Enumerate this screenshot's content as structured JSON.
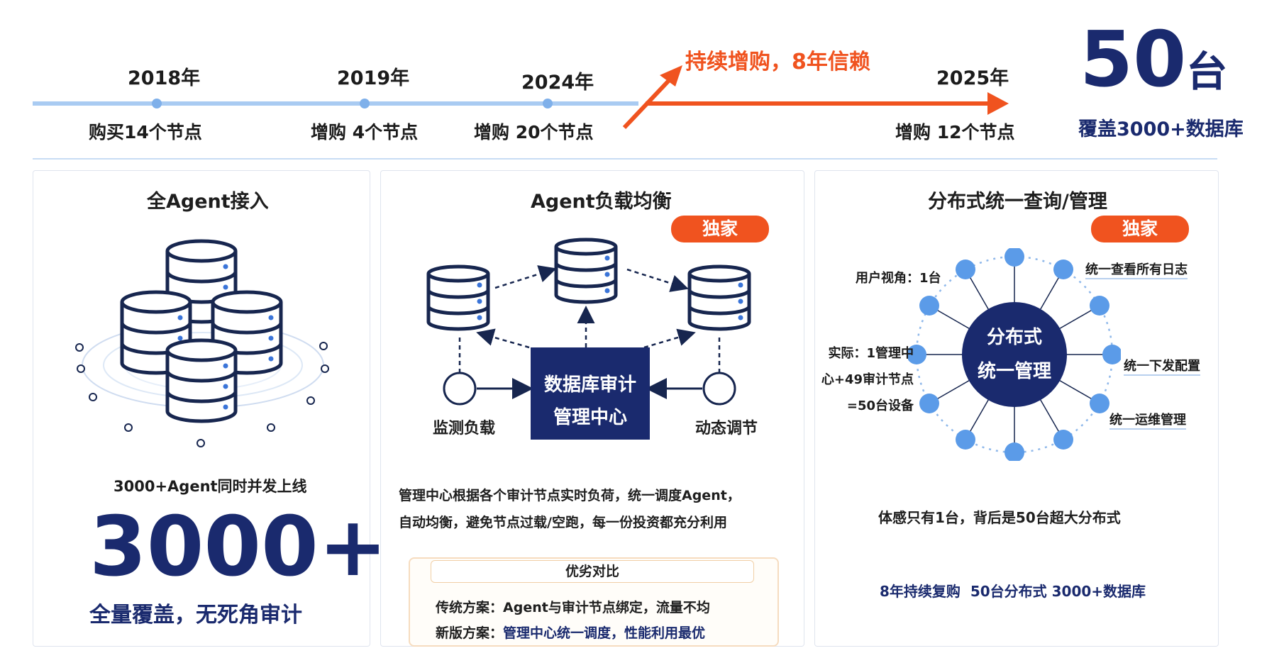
{
  "timeline": {
    "milestones": [
      {
        "year": "2018年",
        "label": "购买14个节点"
      },
      {
        "year": "2019年",
        "label": "增购 4个节点"
      },
      {
        "year": "2024年",
        "label": "增购 20个节点"
      },
      {
        "year": "2025年",
        "label": "增购 12个节点"
      }
    ],
    "highlight": "持续增购，8年信赖"
  },
  "summary": {
    "count": "50",
    "unit": "台",
    "subtitle": "覆盖3000+数据库"
  },
  "panel1": {
    "title": "全Agent接入",
    "caption": "3000+Agent同时并发上线",
    "big_number": "3000+",
    "tagline": "全量覆盖，无死角审计"
  },
  "panel2": {
    "title": "Agent负载均衡",
    "badge": "独家",
    "center_box": [
      "数据库审计",
      "管理中心"
    ],
    "left_node_label": "监测负载",
    "right_node_label": "动态调节",
    "description": [
      "管理中心根据各个审计节点实时负荷，统一调度Agent，",
      "自动均衡，避免节点过载/空跑，每一份投资都充分利用"
    ],
    "compare": {
      "title": "优劣对比",
      "old_label": "传统方案：",
      "old_text": "Agent与审计节点绑定，流量不均",
      "new_label": "新版方案：",
      "new_text": "管理中心统一调度，性能利用最优"
    }
  },
  "panel3": {
    "title": "分布式统一查询/管理",
    "badge": "独家",
    "hub": [
      "分布式",
      "统一管理"
    ],
    "user_view": "用户视角：1台",
    "actual": [
      "实际：1管理中",
      "心+49审计节点",
      "=50台设备"
    ],
    "feature1": "统一查看所有日志",
    "feature2": "统一下发配置",
    "feature3": "统一运维管理",
    "caption": "体感只有1台，背后是50台超大分布式",
    "footer": "8年持续复购  50台分布式 3000+数据库"
  },
  "colors": {
    "accent": "#f0531f",
    "navy": "#1a2a6e",
    "timeline_blue": "#9cc3ef",
    "node_blue": "#5b9be8"
  }
}
